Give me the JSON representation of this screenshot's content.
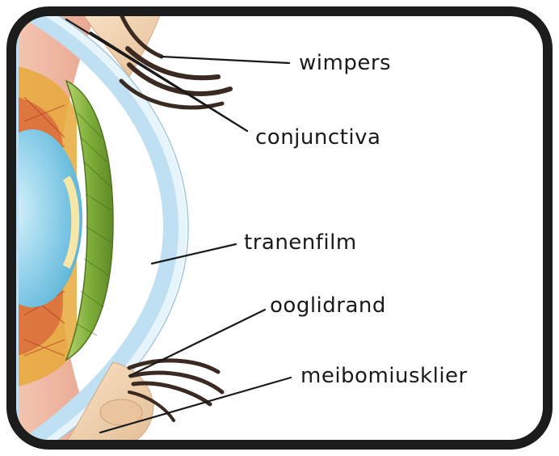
{
  "labels": {
    "eyelashes": "wimpers",
    "conjunctiva": "conjunctiva",
    "tear_film": "tranenfilm",
    "eyelid_margin": "ooglidrand",
    "meibomian_gland": "meibomiusklier"
  },
  "colors": {
    "frame": "#1c1c1c",
    "cornea_outer": "#cfe6f3",
    "cornea_inner": "#e9f5fb",
    "iris": "#7fae3a",
    "lens": "#8fd0ea",
    "sclera_flesh": "#f0c9b4",
    "vessels": "#c8442f",
    "lid_skin": "#f3d5b3",
    "lash": "#3b2a22"
  }
}
